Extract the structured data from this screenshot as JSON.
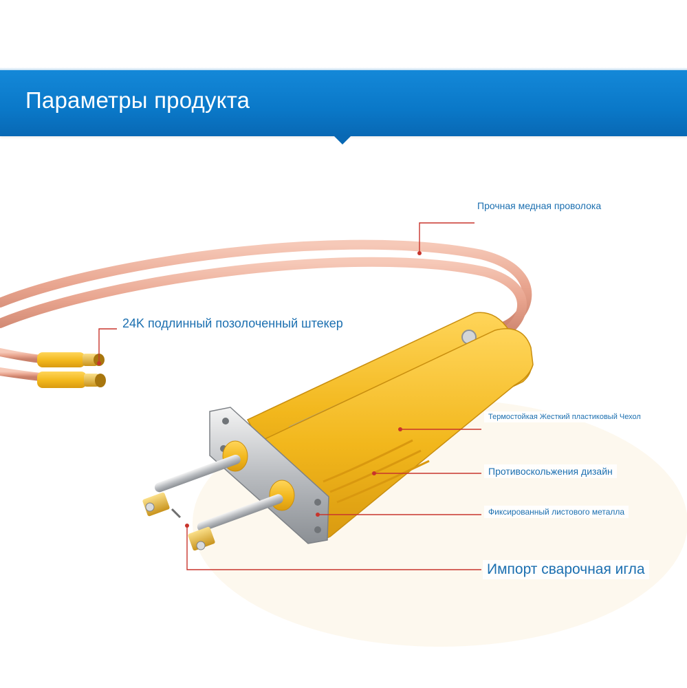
{
  "header": {
    "title": "Параметры продукта"
  },
  "callouts": {
    "copper_wire": "Прочная медная проволока",
    "gold_plug": "24K подлинный позолоченный штекер",
    "plastic_shell": "Термостойкая Жесткий пластиковый Чехол",
    "anti_slip": "Противоскольжения дизайн",
    "sheet_metal": "Фиксированный листового металла",
    "welding_needle": "Импорт сварочная игла"
  },
  "colors": {
    "header_blue": "#0a78c8",
    "handle_yellow": "#f2b71c",
    "cable_copper": "#e8a48e",
    "leader_red": "#c8342c",
    "label_blue": "#1b6fb0"
  }
}
